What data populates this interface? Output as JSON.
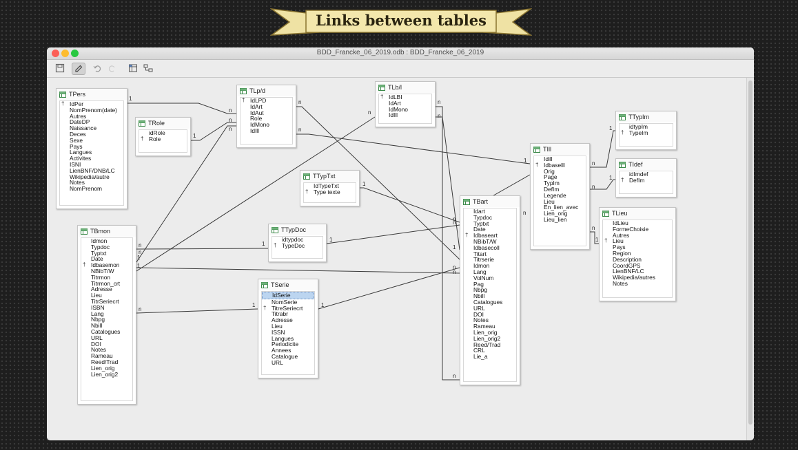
{
  "banner": {
    "title": "Links between tables"
  },
  "window": {
    "title": "BDD_Francke_06_2019.odb : BDD_Francke_06_2019",
    "toolbar": [
      "save-icon",
      "edit-icon",
      "undo-icon",
      "redo-icon",
      "add-table-icon",
      "relation-icon"
    ]
  },
  "tables": [
    {
      "id": "TPers",
      "title": "TPers",
      "fields": [
        "IdPer",
        "NomPrenom(date)",
        "Autres",
        "DateDP",
        "Naissance",
        "Deces",
        "Sexe",
        "Pays",
        "Langues",
        "Activites",
        "ISNI",
        "LienBNF/DNB/LC",
        "Wikipedia/autre",
        "Notes",
        "NomPrenom"
      ],
      "keys": [
        0
      ]
    },
    {
      "id": "TRole",
      "title": "TRole",
      "fields": [
        "idRole",
        "Role"
      ],
      "keys": [
        1
      ]
    },
    {
      "id": "TLpld",
      "title": "TLp/d",
      "fields": [
        "IdLPD",
        "IdArt",
        "IdAut",
        "Role",
        "IdMono",
        "IdIll"
      ],
      "keys": [
        0
      ]
    },
    {
      "id": "TLbll",
      "title": "TLb/l",
      "fields": [
        "IdLBI",
        "IdArt",
        "IdMono",
        "IdIll"
      ],
      "keys": [
        0
      ]
    },
    {
      "id": "TTypIm",
      "title": "TTypIm",
      "fields": [
        "idtypIm",
        "TypeIm"
      ],
      "keys": [
        1
      ]
    },
    {
      "id": "TIll",
      "title": "TIll",
      "fields": [
        "Idill",
        "Idbaselll",
        "Orig",
        "Page",
        "TypIm",
        "DefIm",
        "Legende",
        "Lieu",
        "En_lien_avec",
        "Lien_orig",
        "Lieu_lien"
      ],
      "keys": [
        1
      ]
    },
    {
      "id": "TIdef",
      "title": "TIdef",
      "fields": [
        "idImdef",
        "DefIm"
      ],
      "keys": [
        1
      ]
    },
    {
      "id": "TTypTxt",
      "title": "TTypTxt",
      "fields": [
        "IdTypeTxt",
        "Type texte"
      ],
      "keys": [
        1
      ]
    },
    {
      "id": "TBart",
      "title": "TBart",
      "fields": [
        "Idart",
        "Typdoc",
        "Typtxt",
        "Date",
        "Idbaseart",
        "NBibT/W",
        "Idbasecoll",
        "Titart",
        "Titrserie",
        "Idmon",
        "Lang",
        "VolNum",
        "Pag",
        "Nbpg",
        "Nbill",
        "Catalogues",
        "URL",
        "DOI",
        "Notes",
        "Rameau",
        "Lien_orig",
        "Lien_orig2",
        "Reed/Trad",
        "CRL",
        "Lie_a"
      ],
      "keys": [
        4
      ]
    },
    {
      "id": "TLieu",
      "title": "TLieu",
      "fields": [
        "IdLieu",
        "FormeChoisie",
        "Autres",
        "Lieu",
        "Pays",
        "Region",
        "Description",
        "CoordGPS",
        "LienBNF/LC",
        "Wikipedia/autres",
        "Notes"
      ],
      "keys": [
        3
      ]
    },
    {
      "id": "TBmon",
      "title": "TBmon",
      "fields": [
        "Idmon",
        "Typdoc",
        "Typtxt",
        "Date",
        "Idbasemon",
        "NBibT/W",
        "Titrmon",
        "Titrmon_crt",
        "Adresse",
        "Lieu",
        "TitrSeriecrt",
        "ISBN",
        "Lang",
        "Nbpg",
        "Nbill",
        "Catalogues",
        "URL",
        "DOI",
        "Notes",
        "Rameau",
        "Reed/Trad",
        "Lien_orig",
        "Lien_orig2"
      ],
      "keys": [
        4
      ]
    },
    {
      "id": "TTypDoc",
      "title": "TTypDoc",
      "fields": [
        "idtypdoc",
        "TypeDoc"
      ],
      "keys": [
        1
      ]
    },
    {
      "id": "TSerie",
      "title": "TSerie",
      "fields": [
        "IdSerie",
        "NomSerie",
        "TitreSeriecrt",
        "Titrabr",
        "Adresse",
        "Lieu",
        "ISSN",
        "Langues",
        "Periodicite",
        "Annees",
        "Catalogue",
        "URL"
      ],
      "keys": [
        2
      ],
      "selected": 0
    }
  ],
  "cardinality": {
    "one": "1",
    "many": "n"
  },
  "colors": {
    "link": "#3a3a3a",
    "banner_fill": "#efe2a4",
    "banner_stroke": "#8a7430"
  }
}
